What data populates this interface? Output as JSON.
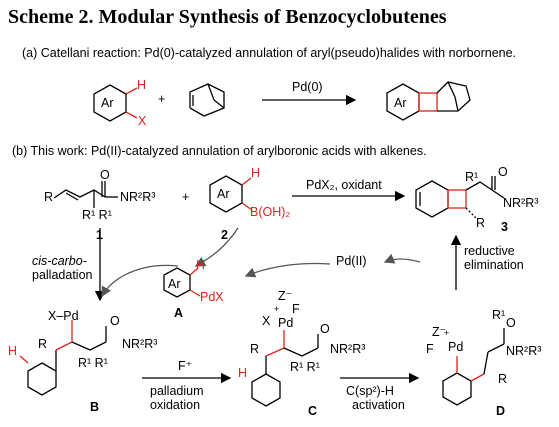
{
  "title": "Scheme 2. Modular Synthesis of Benzocyclobutenes",
  "sections": {
    "a": "(a) Catellani reaction: Pd(0)-catalyzed annulation of aryl(pseudo)halides with norbornene.",
    "b": "(b) This work: Pd(II)-catalyzed annulation of arylboronic acids with alkenes."
  },
  "part_a": {
    "ar": "Ar",
    "h": "H",
    "x": "X",
    "plus": "+",
    "reagent": "Pd(0)",
    "product_ar": "Ar"
  },
  "part_b": {
    "alkene": {
      "r": "R",
      "o": "O",
      "nr2r3": "NR²R³",
      "r1r1": "R¹ R¹",
      "label": "1"
    },
    "plus": "+",
    "boronic": {
      "ar": "Ar",
      "h": "H",
      "boh2": "B(OH)₂",
      "label": "2"
    },
    "main_reagent": "PdX₂, oxidant",
    "product": {
      "r1": "R¹",
      "o": "O",
      "nr2r3": "NR²R³",
      "r": "R",
      "label": "3"
    },
    "cis_step": [
      "cis-carbo-",
      "palladation"
    ],
    "pd2": "Pd(II)",
    "reductive": [
      "reductive",
      "elimination"
    ],
    "A": {
      "ar": "Ar",
      "h": "H",
      "pdx": "PdX",
      "label": "A"
    },
    "B": {
      "xpd": "X–Pd",
      "o": "O",
      "r": "R",
      "nr2r3": "NR²R³",
      "r1r1": "R¹ R¹",
      "h": "H",
      "label": "B"
    },
    "f_plus": "F⁺",
    "oxidation": [
      "palladium",
      "oxidation"
    ],
    "C": {
      "z": "Z⁻",
      "f": "F",
      "x": "X",
      "pd": "Pd",
      "plus": "+",
      "r": "R",
      "o": "O",
      "nr2r3": "NR²R³",
      "r1r1": "R¹ R¹",
      "h": "H",
      "label": "C"
    },
    "activation": [
      "C(sp²)-H",
      "activation"
    ],
    "D": {
      "z": "Z⁻",
      "f": "F",
      "pd": "Pd",
      "plus": "+",
      "r1": "R¹",
      "o": "O",
      "nr2r3": "NR²R³",
      "r": "R",
      "label": "D"
    }
  },
  "colors": {
    "highlight": "#e2231a",
    "ink": "#000000",
    "arrow": "#555555"
  }
}
